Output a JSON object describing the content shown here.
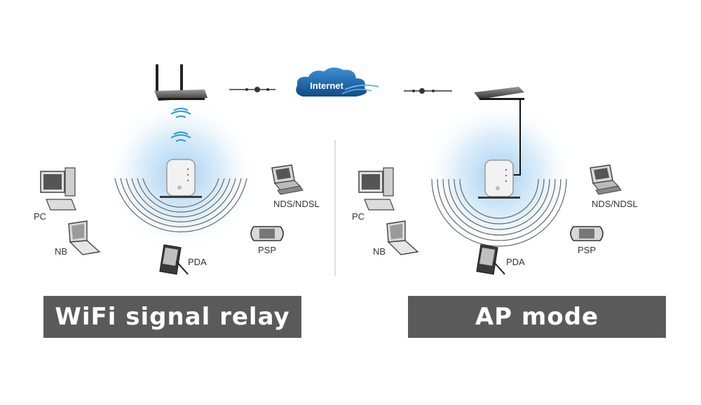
{
  "cloud_label": "Internet",
  "left_panel": {
    "labels": {
      "pc": "PC",
      "nb": "NB",
      "pda": "PDA",
      "nds": "NDS/NDSL",
      "psp": "PSP"
    },
    "banner": "WiFi signal relay"
  },
  "right_panel": {
    "labels": {
      "pc": "PC",
      "nb": "NB",
      "pda": "PDA",
      "nds": "NDS/NDSL",
      "psp": "PSP"
    },
    "banner": "AP mode"
  },
  "colors": {
    "banner_bg": "#5a5a5a",
    "banner_text": "#ffffff",
    "cloud": "#1a5f9e",
    "glow": "#bcdcf5"
  },
  "icons": [
    "router-icon",
    "wifi-waves-icon",
    "cloud-icon",
    "repeater-icon",
    "pc-icon",
    "laptop-icon",
    "pda-icon",
    "nds-icon",
    "psp-icon"
  ]
}
